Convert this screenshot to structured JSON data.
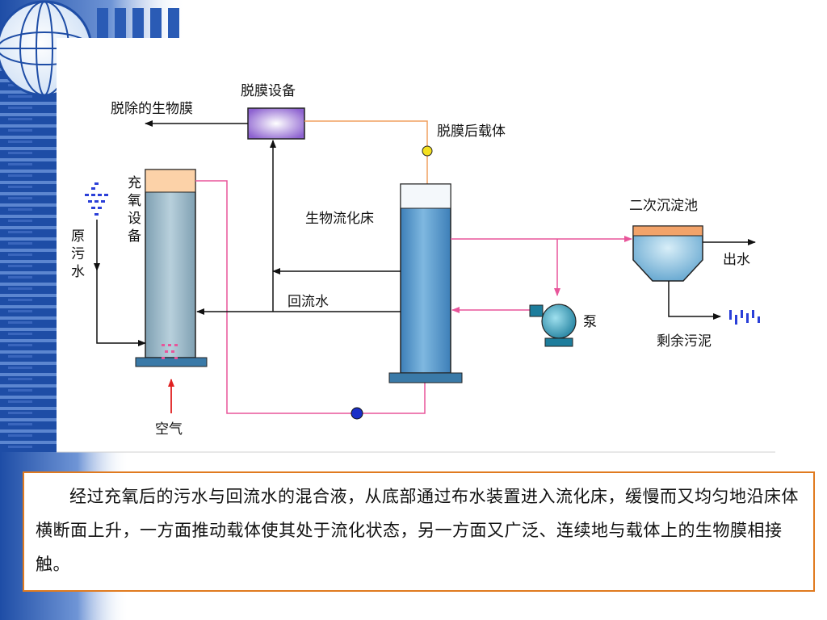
{
  "labels": {
    "removed_biofilm": "脱除的生物膜",
    "demembrane_device": "脱膜设备",
    "carrier_after_demembrane": "脱膜后载体",
    "oxygenation_device": "充氧设备",
    "raw_sewage": "原污水",
    "fluidized_bed": "生物流化床",
    "secondary_clarifier": "二次沉淀池",
    "effluent": "出水",
    "return_water": "回流水",
    "pump": "泵",
    "excess_sludge": "剩余污泥",
    "air": "空气"
  },
  "caption": "经过充氧后的污水与回流水的混合液，从底部通过布水装置进入流化床，缓慢而又均匀地沿床体横断面上升，一方面推动载体使其处于流化状态，另一方面又广泛、连续地与载体上的生物膜相接触。",
  "colors": {
    "page_background": "#ffffff",
    "template_blue": "#1f4fa8",
    "tank_water": "#5a9ccc",
    "oxygen_tank_water": "#8fb2c4",
    "demembrane_device": "#a080d8",
    "orange_line": "#f0a060",
    "pink_line": "#e8559a",
    "caption_border": "#e07a1f"
  }
}
